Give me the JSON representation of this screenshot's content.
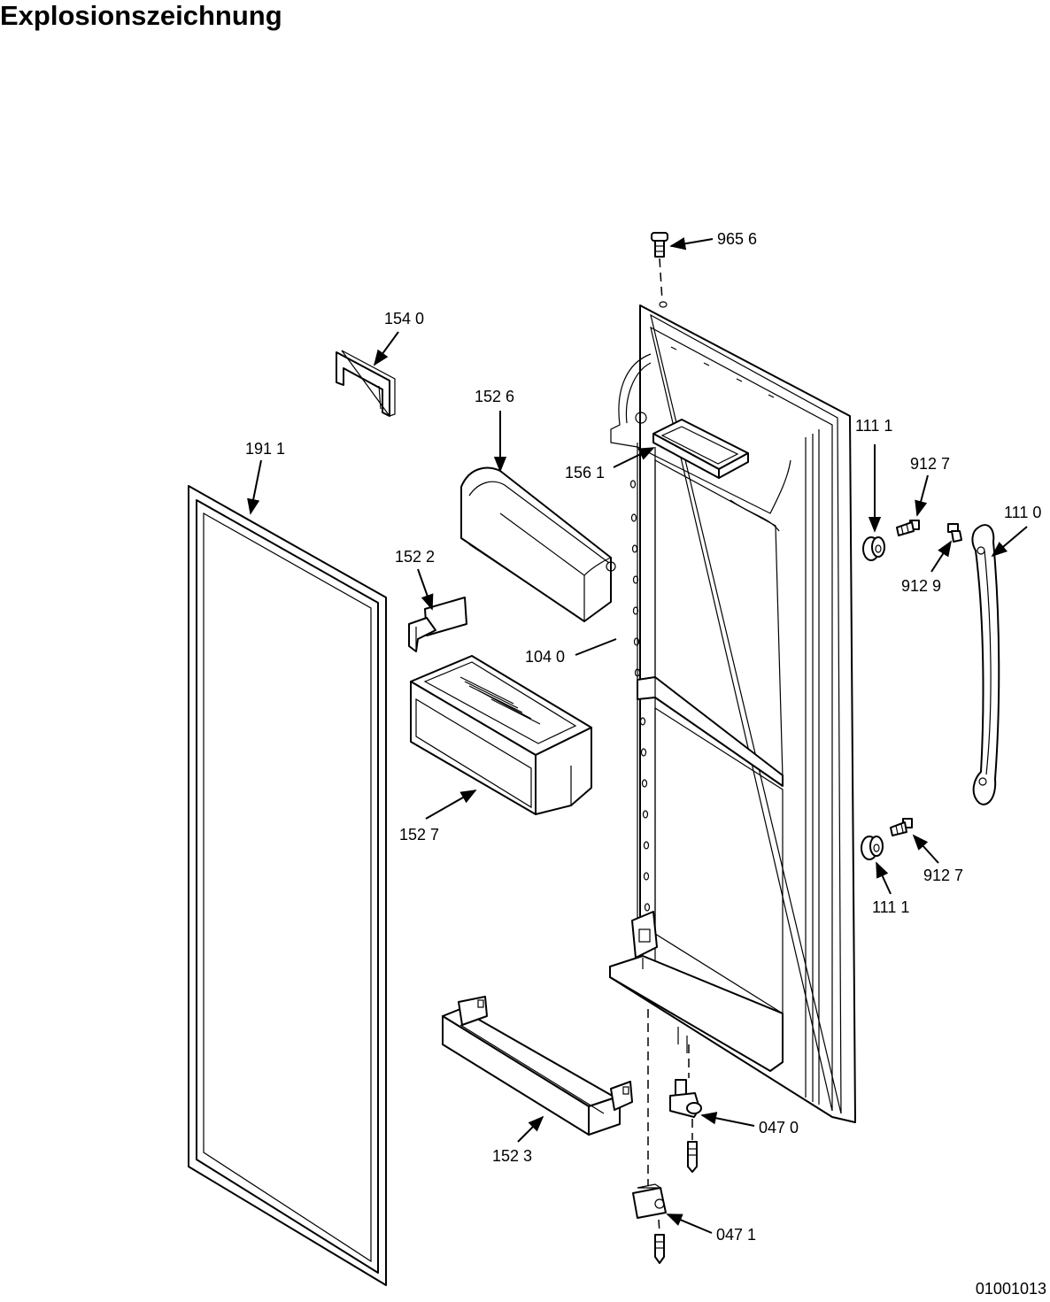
{
  "title": "Explosionszeichnung",
  "doc_number": "01001013",
  "callouts": {
    "c9656": "965 6",
    "c1540": "154 0",
    "c1526": "152 6",
    "c1561": "156 1",
    "c1911": "191 1",
    "c1522": "152 2",
    "c1040": "104 0",
    "c1527": "152 7",
    "c1111a": "111 1",
    "c9127a": "912 7",
    "c1110": "111 0",
    "c9129": "912 9",
    "c9127b": "912 7",
    "c1111b": "111 1",
    "c1523": "152 3",
    "c0470": "047 0",
    "c0471": "047 1"
  }
}
